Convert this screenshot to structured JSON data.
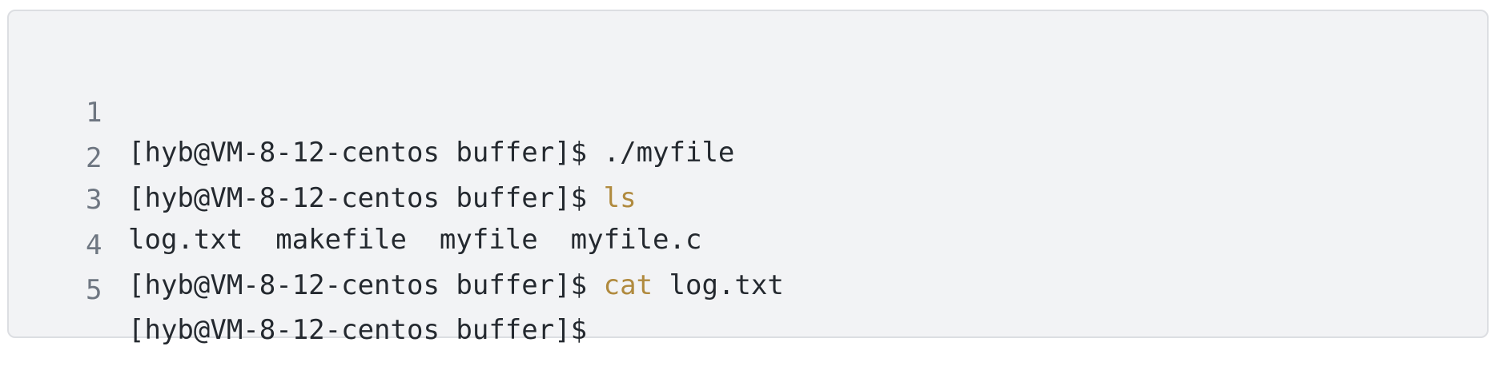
{
  "code_block": {
    "lines": [
      {
        "number": "1",
        "prompt": "[hyb@VM-8-12-centos buffer]$ ",
        "command": "",
        "args": "./myfile"
      },
      {
        "number": "2",
        "prompt": "[hyb@VM-8-12-centos buffer]$ ",
        "command": "ls",
        "args": ""
      },
      {
        "number": "3",
        "prompt": "",
        "command": "",
        "args": "log.txt  makefile  myfile  myfile.c"
      },
      {
        "number": "4",
        "prompt": "[hyb@VM-8-12-centos buffer]$ ",
        "command": "cat",
        "args": " log.txt"
      },
      {
        "number": "5",
        "prompt": "[hyb@VM-8-12-centos buffer]$",
        "command": "",
        "args": ""
      }
    ],
    "colors": {
      "background": "#f2f3f5",
      "text": "#24292f",
      "line_number": "#6e7681",
      "keyword": "#b08a3e"
    }
  }
}
